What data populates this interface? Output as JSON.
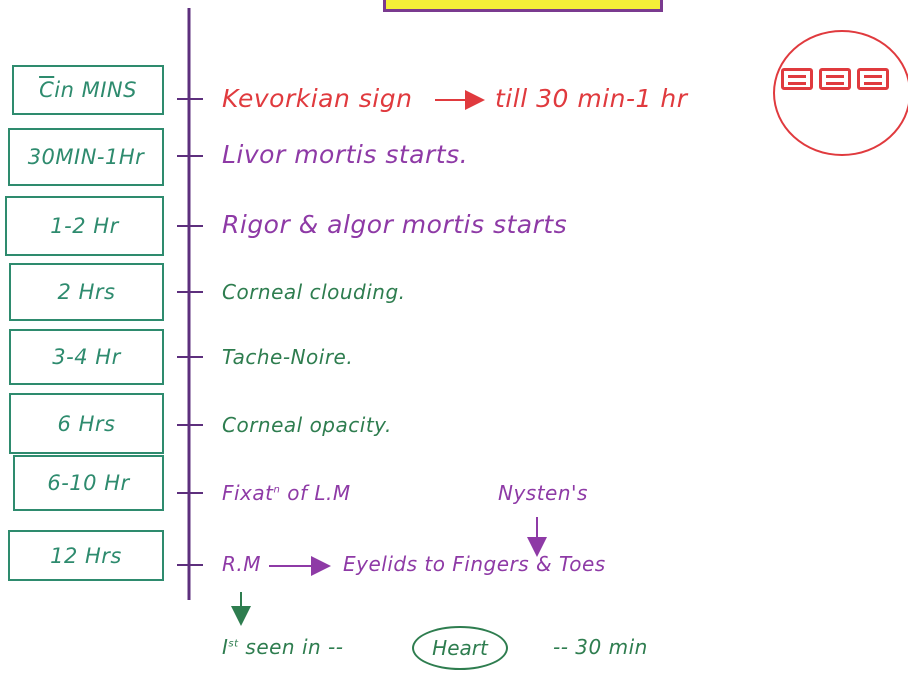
{
  "rows": [
    {
      "time_prefix": "C",
      "time_rest": " in MINS",
      "event_parts": [
        {
          "text": "Kevorkian sign",
          "color": "#e03a3e"
        },
        {
          "text": "till 30 min-1 hr",
          "color": "#e03a3e"
        }
      ]
    },
    {
      "time": "30MIN-1Hr",
      "event": "Livor mortis starts.",
      "color": "#8e3aa6"
    },
    {
      "time": "1-2 Hr",
      "event": "Rigor & algor mortis starts",
      "color": "#8e3aa6"
    },
    {
      "time": "2 Hrs",
      "event": "Corneal clouding.",
      "color": "#2e7d4f"
    },
    {
      "time": "3-4 Hr",
      "event": "Tache-Noire.",
      "color": "#2e7d4f"
    },
    {
      "time": "6 Hrs",
      "event": "Corneal opacity.",
      "color": "#2e7d4f"
    },
    {
      "time": "6-10 Hr",
      "event_main": "Fixat",
      "event_sup": "n",
      "event_rest": " of L.M",
      "color": "#8e3aa6"
    },
    {
      "time": "12 Hrs",
      "event_start": "R.M",
      "event_end": "Eyelids to Fingers & Toes",
      "color": "#8e3aa6"
    }
  ],
  "nysten_label": "Nysten's",
  "footer": {
    "prefix": "I",
    "sup": "st",
    "middle": " seen in --",
    "circled": "Heart",
    "suffix": "-- 30 min"
  },
  "colors": {
    "box_border": "#2e8b6e",
    "timeline": "#5d2f7d",
    "red": "#e03a3e",
    "purple": "#8e3aa6",
    "green": "#2e7d4f",
    "highlight": "#f4ef38"
  },
  "icons": [
    "stamp-seal-icon"
  ]
}
